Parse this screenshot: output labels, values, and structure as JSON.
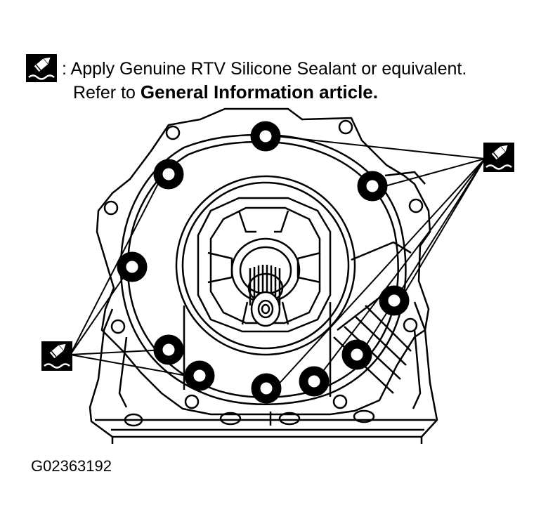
{
  "legend": {
    "separator": ":",
    "line1": "Apply Genuine RTV Silicone Sealant or equivalent.",
    "line2_prefix": "Refer to",
    "line2_bold": "General Information article."
  },
  "figure_id": "G02363192",
  "icons": {
    "sealant": "sealant-application-icon"
  },
  "colors": {
    "ink": "#000000",
    "paper": "#ffffff"
  }
}
